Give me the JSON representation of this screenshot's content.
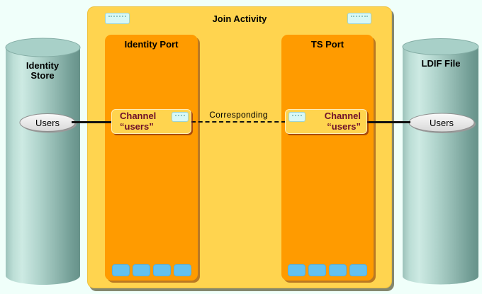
{
  "colors": {
    "background": "#f0fffa",
    "activity_fill": "#ffd44f",
    "port_fill": "#ff9b00",
    "channel_fill": "#ffd44f",
    "channel_text": "#6e0e2a",
    "connector_tab_cyan": "#d8f8f6",
    "port_tab_blue": "#63c1ef",
    "cylinder_light": "#cdeae3",
    "cylinder_dark": "#67928a",
    "line": "#111111"
  },
  "activity": {
    "title": "Join Activity",
    "ports": [
      {
        "title": "Identity Port",
        "channel": {
          "line1": "Channel",
          "line2": "“users”"
        },
        "bottom_tab_count": 4
      },
      {
        "title": "TS Port",
        "channel": {
          "line1": "Channel",
          "line2": "“users”"
        },
        "bottom_tab_count": 4
      }
    ]
  },
  "link": {
    "label": "Corresponding",
    "style": "dashed"
  },
  "stores": [
    {
      "name_lines": [
        "Identity",
        "Store"
      ],
      "dataset": "Users",
      "side": "left"
    },
    {
      "name_lines": [
        "LDIF File"
      ],
      "dataset": "Users",
      "side": "right"
    }
  ]
}
